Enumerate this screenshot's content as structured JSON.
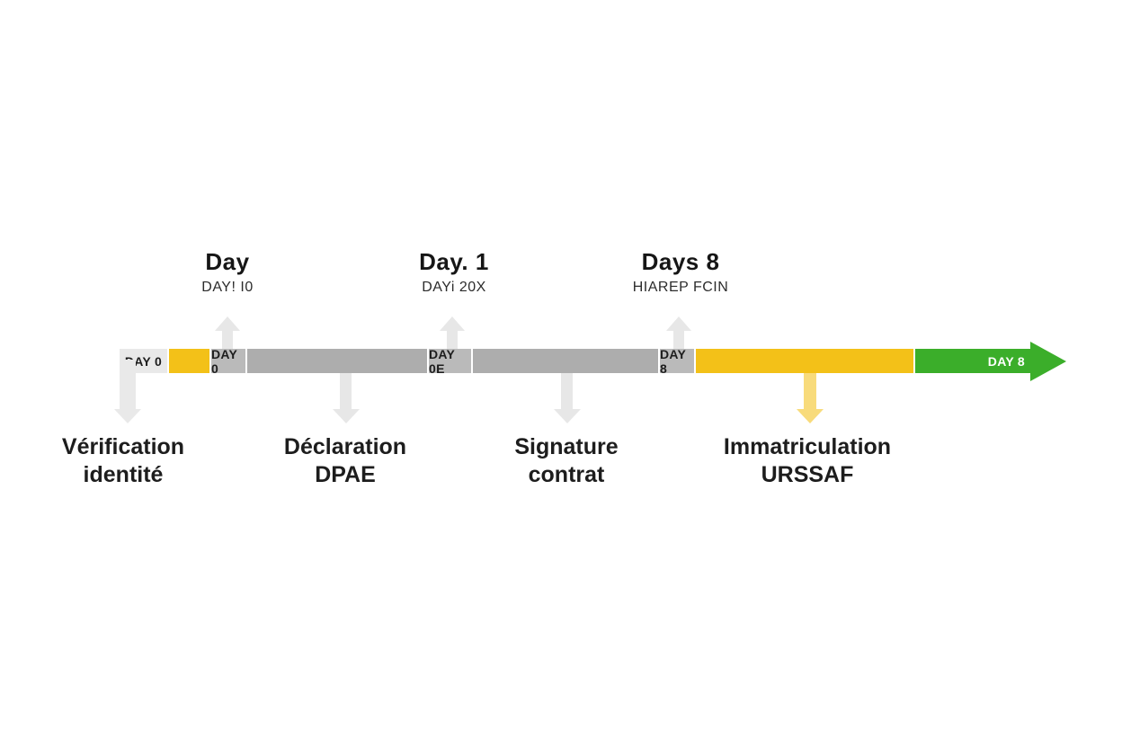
{
  "diagram": {
    "type": "process-timeline",
    "background": "#ffffff"
  },
  "colors": {
    "yellow": "#f3c118",
    "yellow_light_arrow": "#f8db7b",
    "green": "#3bae2a",
    "gray_bar": "#adadad",
    "gray_box": "#bababa",
    "gray_light_box": "#e9e9e9",
    "arrow_gray": "#e7e7e7",
    "text_dark": "#1d1d1d"
  },
  "top_milestones": [
    {
      "title": "Day",
      "subtitle": "DAY! I0"
    },
    {
      "title": "Day. 1",
      "subtitle": "DAYi 20X"
    },
    {
      "title": "Days 8",
      "subtitle": "HIAREP FCIN"
    }
  ],
  "timeline": {
    "segments": [
      {
        "label": "DAY 0",
        "style": "light"
      },
      {
        "label": "",
        "style": "yellow"
      },
      {
        "label": "DAY 0",
        "style": "gray-box"
      },
      {
        "label": "",
        "style": "gray-bar"
      },
      {
        "label": "DAY 0E",
        "style": "gray-box"
      },
      {
        "label": "",
        "style": "gray-bar"
      },
      {
        "label": "DAY 8",
        "style": "gray-box"
      },
      {
        "label": "",
        "style": "yellow"
      },
      {
        "label": "DAY 8",
        "style": "green-arrow"
      }
    ]
  },
  "bottom_steps": [
    {
      "line1": "Vérification",
      "line2": "identité"
    },
    {
      "line1": "Déclaration",
      "line2": "DPAE"
    },
    {
      "line1": "Signature",
      "line2": "contrat"
    },
    {
      "line1": "Immatriculation",
      "line2": "URSSAF"
    }
  ]
}
